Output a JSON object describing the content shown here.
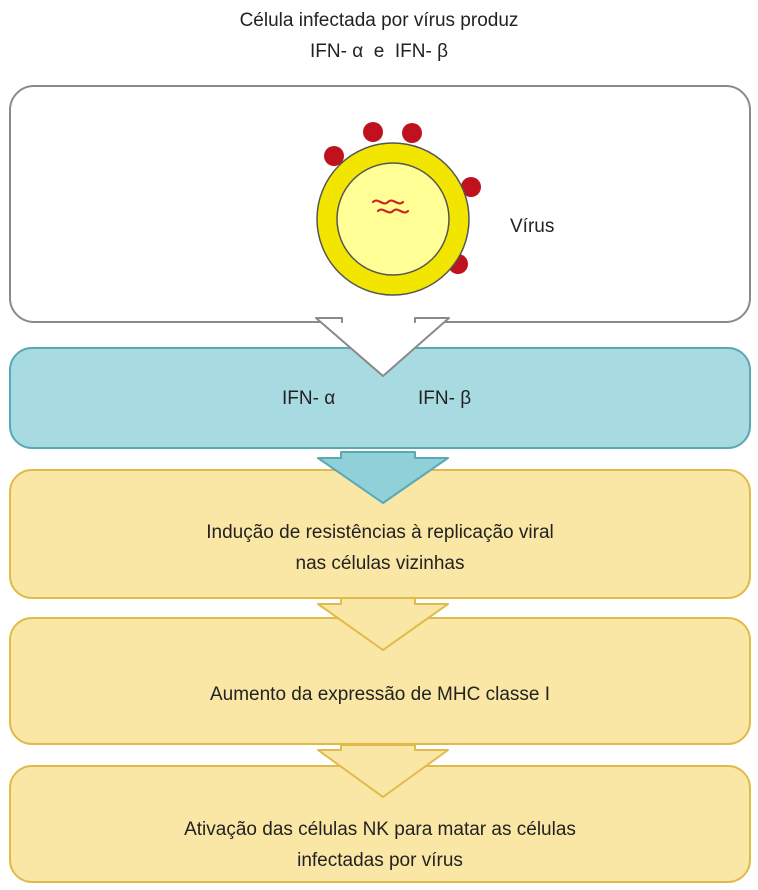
{
  "title": {
    "line1": "Célula infectada por vírus produz",
    "line2": "IFN- α  e  IFN- β"
  },
  "virus_box": {
    "label": "Vírus"
  },
  "ifn_box": {
    "ifn_alpha": "IFN- α",
    "ifn_beta": "IFN- β"
  },
  "step1": {
    "line1": "Indução de resistências à replicação viral",
    "line2": "nas células vizinhas"
  },
  "step2": {
    "line1": "Aumento da expressão de MHC classe I"
  },
  "step3": {
    "line1": "Ativação das células NK para matar as células",
    "line2": "infectadas por vírus"
  },
  "colors": {
    "box_border": "#8a8a8a",
    "ifn_fill": "#a8dbe1",
    "step_fill": "#fbe7a5",
    "step_border": "#e1ba4c",
    "virus_outer": "#f2e600",
    "virus_inner": "#ffff96",
    "virus_particle": "#c0111f",
    "rna": "#c62828"
  }
}
